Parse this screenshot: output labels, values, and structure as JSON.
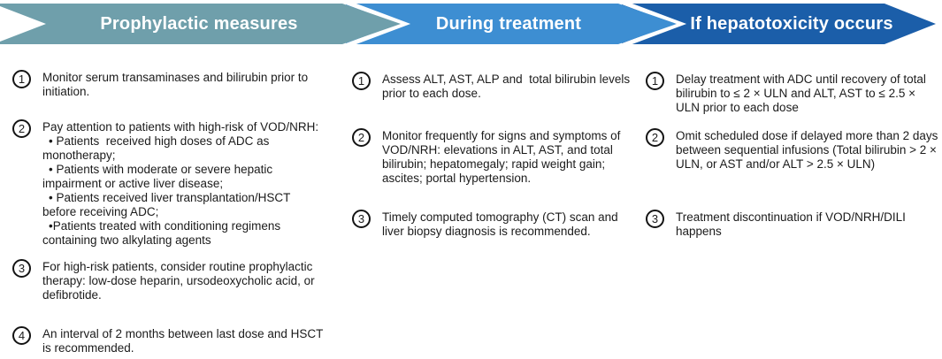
{
  "figure": {
    "columns": [
      {
        "header": "Prophylactic measures",
        "color": "#6F9FAB",
        "items": [
          {
            "num": "1",
            "text": "Monitor serum transaminases and bilirubin prior to initiation."
          },
          {
            "num": "2",
            "text": "Pay attention to patients with high-risk of VOD/NRH:",
            "bullets": [
              "• Patients  received high doses of ADC as monotherapy;",
              "• Patients with moderate or severe hepatic impairment or active liver disease;",
              "• Patients received liver transplantation/HSCT before receiving ADC;",
              "•Patients treated with conditioning regimens containing two alkylating agents"
            ]
          },
          {
            "num": "3",
            "text": "For high-risk patients, consider routine prophylactic therapy: low-dose heparin, ursodeoxycholic acid, or defibrotide."
          },
          {
            "num": "4",
            "text": "An interval of 2 months between last dose and HSCT is recommended."
          }
        ]
      },
      {
        "header": "During treatment",
        "color": "#3D8ED2",
        "items": [
          {
            "num": "1",
            "text": "Assess ALT, AST, ALP and  total bilirubin levels prior to each dose."
          },
          {
            "num": "2",
            "text": "Monitor frequently for signs and symptoms of VOD/NRH: elevations in ALT, AST, and total bilirubin; hepatomegaly; rapid weight gain; ascites; portal hypertension."
          },
          {
            "num": "3",
            "text": "Timely computed tomography (CT) scan and liver biopsy diagnosis is recommended."
          }
        ]
      },
      {
        "header": "If hepatotoxicity occurs",
        "color": "#1B5EA9",
        "items": [
          {
            "num": "1",
            "text": "Delay treatment with ADC until recovery of total bilirubin to ≤ 2 × ULN and ALT, AST to ≤ 2.5 × ULN prior to each dose"
          },
          {
            "num": "2",
            "text": "Omit scheduled dose if delayed more than 2 days between sequential infusions (Total bilirubin > 2 × ULN, or AST and/or ALT > 2.5 × ULN)"
          },
          {
            "num": "3",
            "text": "Treatment discontinuation if VOD/NRH/DILI happens"
          }
        ]
      }
    ]
  }
}
